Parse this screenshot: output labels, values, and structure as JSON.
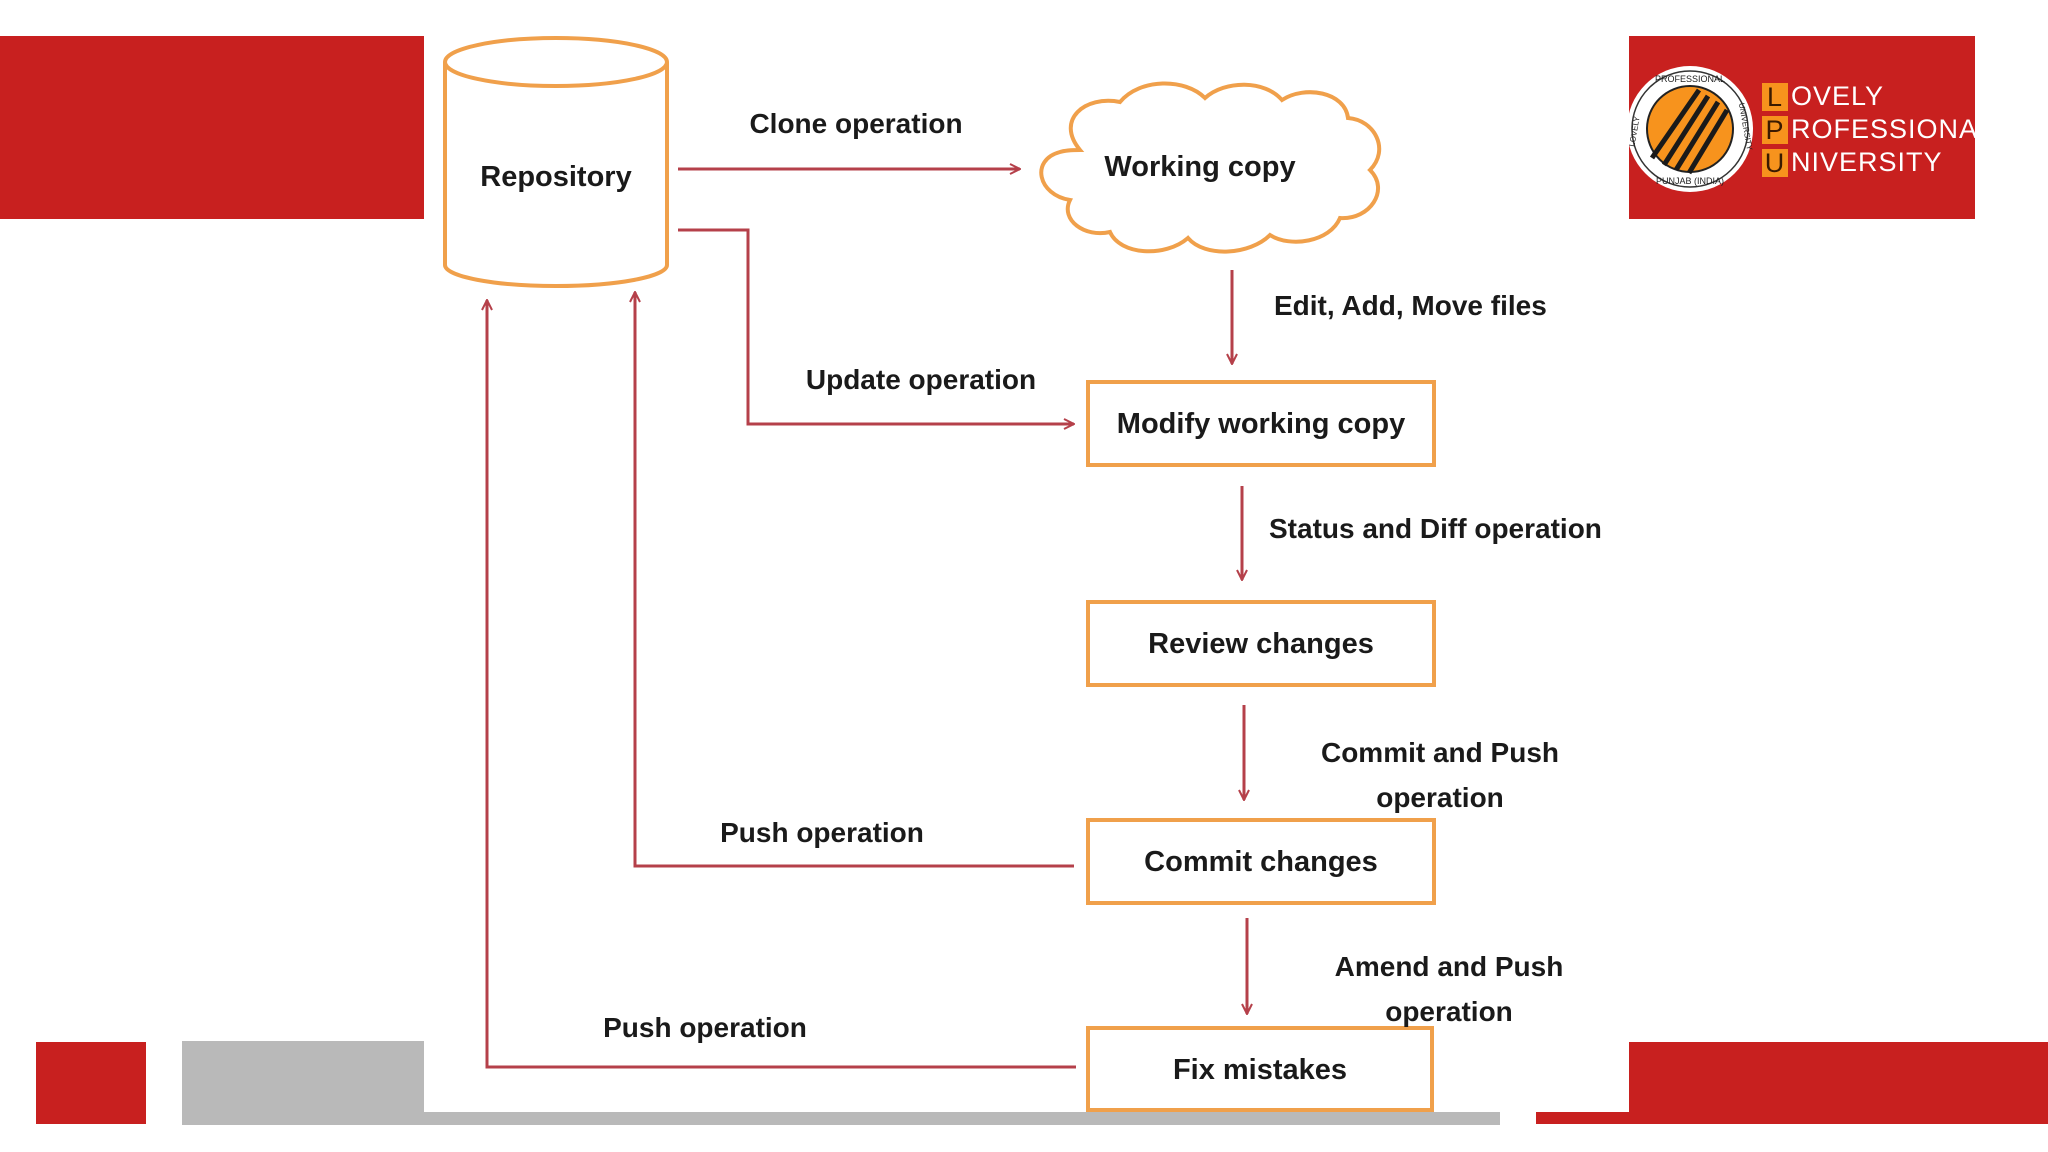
{
  "diagram": {
    "nodes": {
      "repository": "Repository",
      "working_copy": "Working copy",
      "modify": "Modify working copy",
      "review": "Review changes",
      "commit": "Commit changes",
      "fix": "Fix mistakes"
    },
    "edges": {
      "clone": "Clone operation",
      "edit": "Edit, Add, Move files",
      "update": "Update operation",
      "status": "Status and Diff operation",
      "commit_push_1": "Commit and Push",
      "commit_push_2": "operation",
      "push_1": "Push operation",
      "amend_push_1": "Amend and Push",
      "amend_push_2": "operation",
      "push_2": "Push operation"
    }
  },
  "logo": {
    "seal_top": "PROFESSIONAL",
    "seal_left": "LOVELY",
    "seal_right": "UNIVERSITY",
    "seal_bottom": "PUNJAB (INDIA)",
    "line1_initial": "L",
    "line1_rest": "OVELY",
    "line2_initial": "P",
    "line2_rest": "ROFESSIONAL",
    "line3_initial": "U",
    "line3_rest": "NIVERSITY"
  },
  "colors": {
    "brand_red": "#c8201f",
    "node_border": "#f0a04b",
    "arrow": "#b5404a",
    "logo_orange": "#f7931d",
    "footer_gray": "#b9b9b9"
  }
}
